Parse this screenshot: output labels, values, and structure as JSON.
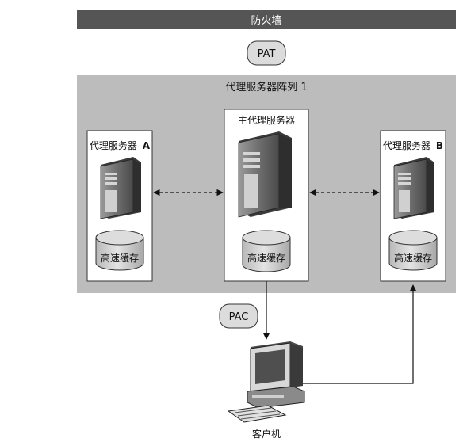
{
  "firewall": {
    "label": "防火墙"
  },
  "pat": {
    "label": "PAT"
  },
  "array": {
    "label": "代理服务器阵列 1"
  },
  "servers": {
    "a": {
      "label": "代理服务器",
      "suffix": "A",
      "cache": "高速缓存"
    },
    "main": {
      "label": "主代理服务器",
      "cache": "高速缓存"
    },
    "b": {
      "label": "代理服务器",
      "suffix": "B",
      "cache": "高速缓存"
    }
  },
  "pac": {
    "label": "PAC"
  },
  "client": {
    "label": "客户机"
  },
  "colors": {
    "firewall_bar": "#555555",
    "array_bg": "#bcbcbc",
    "box_bg": "#ffffff",
    "pill_bg": "#dcdcdc",
    "cylinder": "#cfcfcf",
    "tower": "#7a7a7a"
  }
}
